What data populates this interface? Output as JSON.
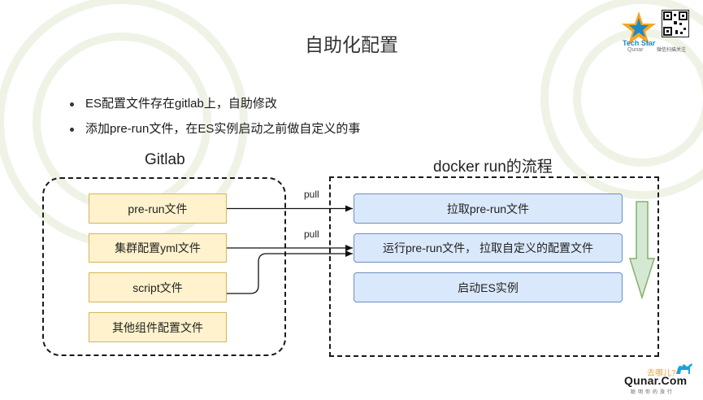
{
  "slide": {
    "title": "自助化配置",
    "bullets": [
      "ES配置文件存在gitlab上，自助修改",
      "添加pre-run文件，在ES实例启动之前做自定义的事"
    ]
  },
  "diagram": {
    "gitlab_group": {
      "label": "Gitlab",
      "files": [
        "pre-run文件",
        "集群配置yml文件",
        "script文件",
        "其他组件配置文件"
      ]
    },
    "docker_group": {
      "label": "docker run的流程",
      "steps": [
        "拉取pre-run文件",
        "运行pre-run文件， 拉取自定义的配置文件",
        "启动ES实例"
      ]
    },
    "edge_labels": [
      "pull",
      "pull"
    ],
    "colors": {
      "file_fill": "#fff2cc",
      "file_border": "#d6b656",
      "step_fill": "#dae8fc",
      "step_border": "#6c8ebf",
      "flow_arrow_fill": "#d5e8d4",
      "flow_arrow_border": "#82b366"
    }
  },
  "branding": {
    "top_logo": "Tech Star",
    "top_logo_sub": "Qunar",
    "qr_caption": "微信扫描关注",
    "bottom_logo_cn": "去哪儿?",
    "bottom_logo": "Qunar.Com",
    "bottom_tagline": "聪明你的旅行",
    "icons": [
      "star-logo-icon",
      "qr-code-icon",
      "camel-icon"
    ]
  }
}
